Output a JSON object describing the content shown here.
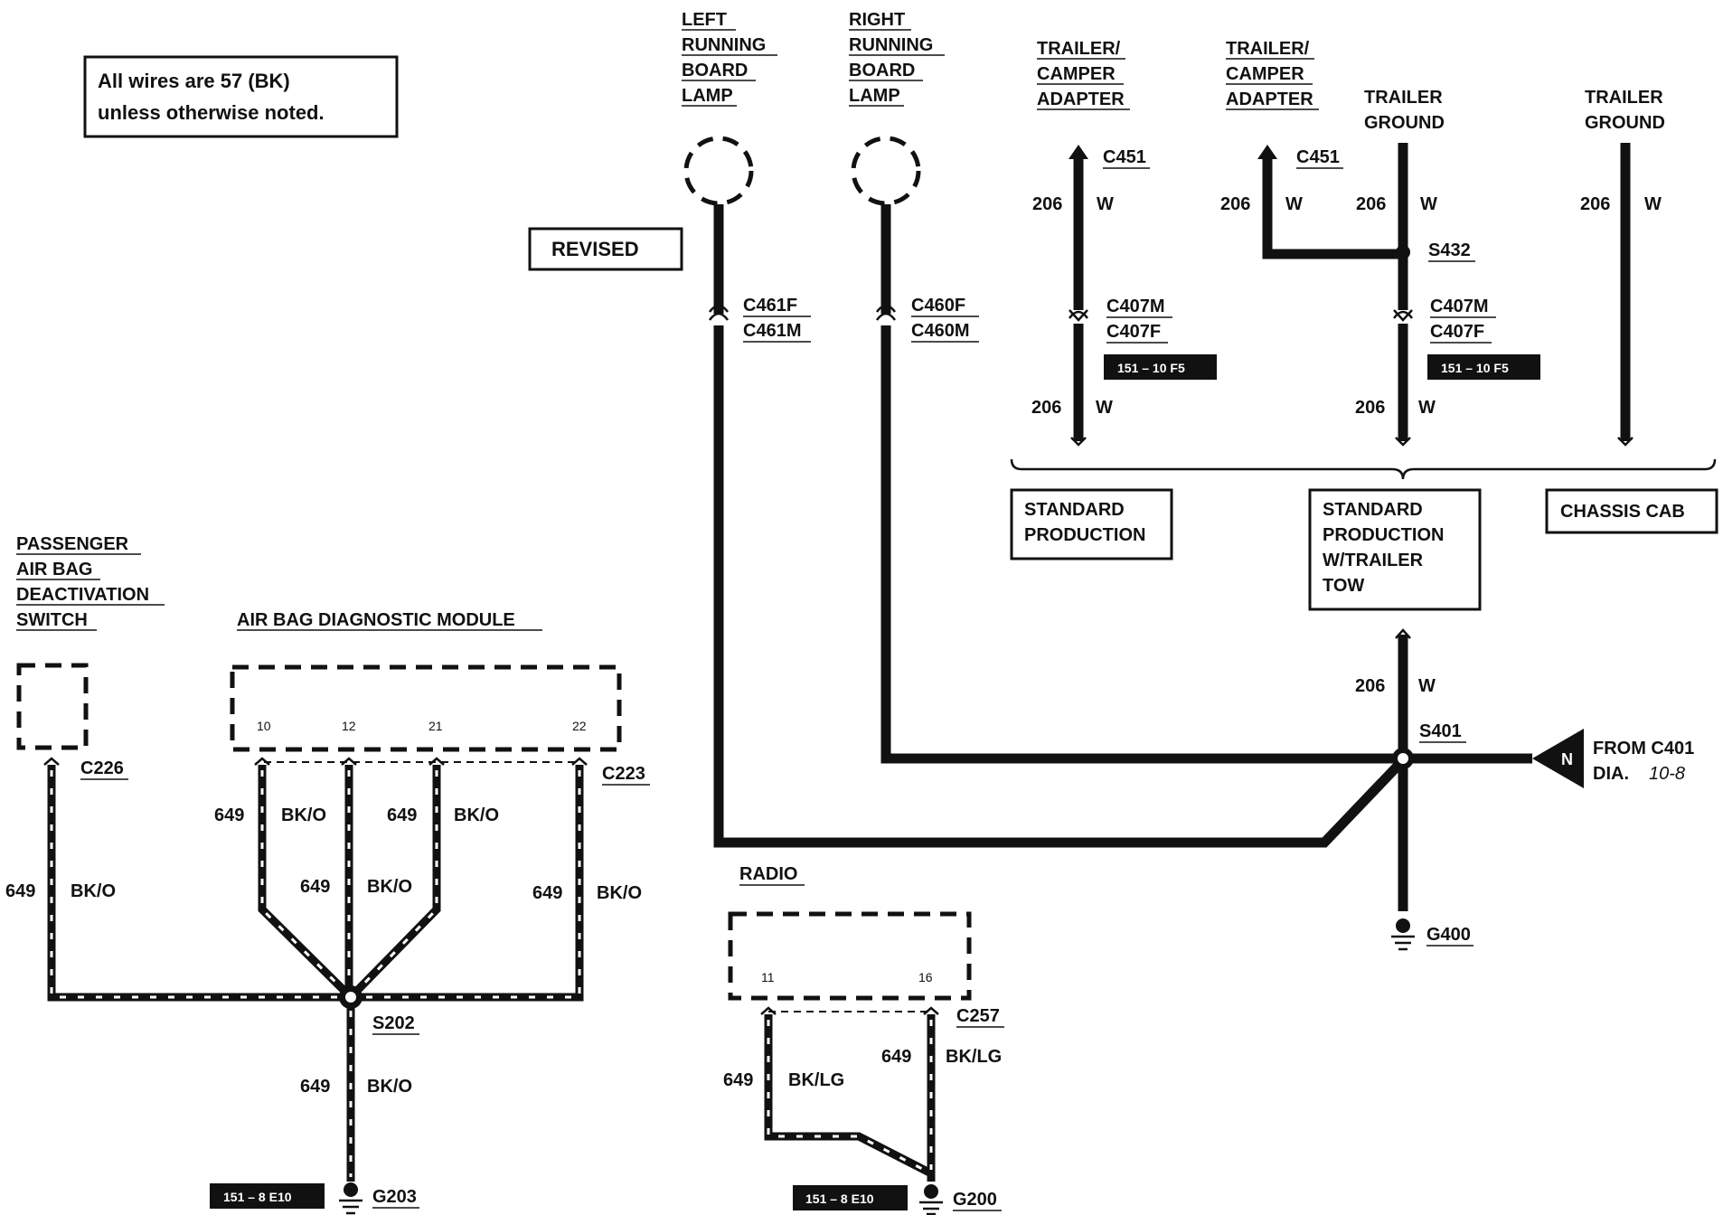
{
  "note": {
    "line1": "All wires are 57 (BK)",
    "line2": "unless otherwise noted."
  },
  "revised": "REVISED",
  "left_lamp": {
    "l1": "LEFT",
    "l2": "RUNNING",
    "l3": "BOARD",
    "l4": "LAMP",
    "conn_f": "C461F",
    "conn_m": "C461M"
  },
  "right_lamp": {
    "l1": "RIGHT",
    "l2": "RUNNING",
    "l3": "BOARD",
    "l4": "LAMP",
    "conn_f": "C460F",
    "conn_m": "C460M"
  },
  "trailer_adapter_1": {
    "l1": "TRAILER/",
    "l2": "CAMPER",
    "l3": "ADAPTER",
    "conn": "C451",
    "circuit_top": "206",
    "color_top": "W",
    "conn_m": "C407M",
    "conn_f": "C407F",
    "ref": "151 – 10 F5",
    "circuit_bot": "206",
    "color_bot": "W"
  },
  "trailer_adapter_2": {
    "l1": "TRAILER/",
    "l2": "CAMPER",
    "l3": "ADAPTER",
    "conn": "C451",
    "circuit": "206",
    "color": "W"
  },
  "trailer_ground_1": {
    "l1": "TRAILER",
    "l2": "GROUND",
    "circuit_top": "206",
    "color_top": "W",
    "splice": "S432",
    "conn_m": "C407M",
    "conn_f": "C407F",
    "ref": "151 – 10 F5",
    "circuit_bot": "206",
    "color_bot": "W"
  },
  "trailer_ground_2": {
    "l1": "TRAILER",
    "l2": "GROUND",
    "circuit": "206",
    "color": "W"
  },
  "variants": {
    "standard": {
      "l1": "STANDARD",
      "l2": "PRODUCTION"
    },
    "trailer_tow": {
      "l1": "STANDARD",
      "l2": "PRODUCTION",
      "l3": "W/TRAILER",
      "l4": "TOW"
    },
    "chassis_cab": {
      "l1": "CHASSIS CAB"
    }
  },
  "s401": {
    "circuit": "206",
    "color": "W",
    "splice": "S401",
    "ground": "G400"
  },
  "from_c401": {
    "marker": "N",
    "l1": "FROM C401",
    "l2": "DIA.",
    "page": "10-8"
  },
  "passenger_switch": {
    "l1": "PASSENGER",
    "l2": "AIR BAG",
    "l3": "DEACTIVATION",
    "l4": "SWITCH",
    "conn": "C226",
    "circuit": "649",
    "color": "BK/O"
  },
  "airbag_module": {
    "title": "AIR BAG DIAGNOSTIC MODULE",
    "pins": [
      "10",
      "12",
      "21",
      "22"
    ],
    "conn": "C223",
    "wires": [
      {
        "circuit": "649",
        "color": "BK/O"
      },
      {
        "circuit": "649",
        "color": "BK/O"
      },
      {
        "circuit": "649",
        "color": "BK/O"
      },
      {
        "circuit": "649",
        "color": "BK/O"
      }
    ]
  },
  "s202": {
    "splice": "S202",
    "circuit": "649",
    "color": "BK/O",
    "ground": "G203",
    "ref": "151 – 8 E10"
  },
  "radio": {
    "title": "RADIO",
    "pins": [
      "11",
      "16"
    ],
    "conn": "C257",
    "circuit_left": "649",
    "color_left": "BK/LG",
    "circuit_right": "649",
    "color_right": "BK/LG",
    "ground": "G200",
    "ref": "151 – 8 E10"
  }
}
